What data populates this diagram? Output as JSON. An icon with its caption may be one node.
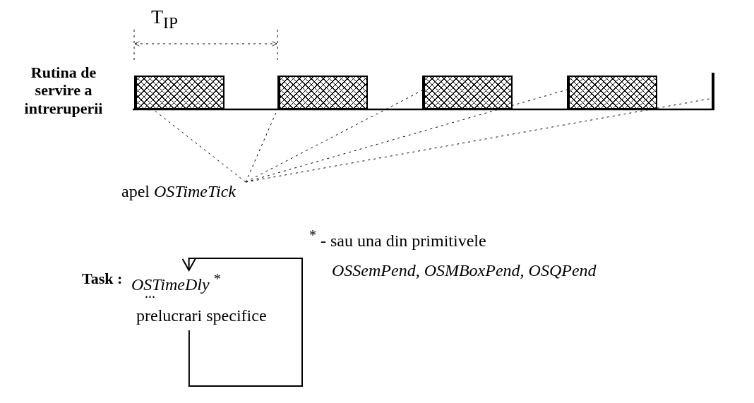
{
  "diagram": {
    "nodes": [
      {
        "text": [
          "apel *OSTimeTick*"
        ]
      },
      {
        "text": [],
        "shape": "bar"
      },
      {
        "text": [],
        "shape": "bar"
      },
      {
        "text": [],
        "shape": "bar"
      },
      {
        "text": [],
        "shape": "bar"
      },
      {
        "text": [],
        "shape": "tick"
      },
      {
        "text": [
          "*OSTimeDly* $^{*}$"
        ]
      },
      {
        "text": [
          "prelucrari specifice"
        ]
      }
    ],
    "edges": [
      {
        "from": 0,
        "to": 1,
        "arrow": "none",
        "style": "dashed"
      },
      {
        "from": 0,
        "to": 2,
        "arrow": "none",
        "style": "dashed"
      },
      {
        "from": 0,
        "to": 3,
        "arrow": "none",
        "style": "dashed"
      },
      {
        "from": 0,
        "to": 4,
        "arrow": "none",
        "style": "dashed"
      },
      {
        "from": 0,
        "to": 5,
        "arrow": "none",
        "style": "dashed"
      },
      {
        "from": 7,
        "to": 6,
        "arrow": "to"
      }
    ],
    "labels": [
      "T$_{IP}$",
      "Rutina de servire a intreruperii",
      "Task :",
      "...",
      "$^{*}$ - sau una din primitivele",
      "OSSemPend, OSMBoxPend, OSQPend"
    ]
  }
}
